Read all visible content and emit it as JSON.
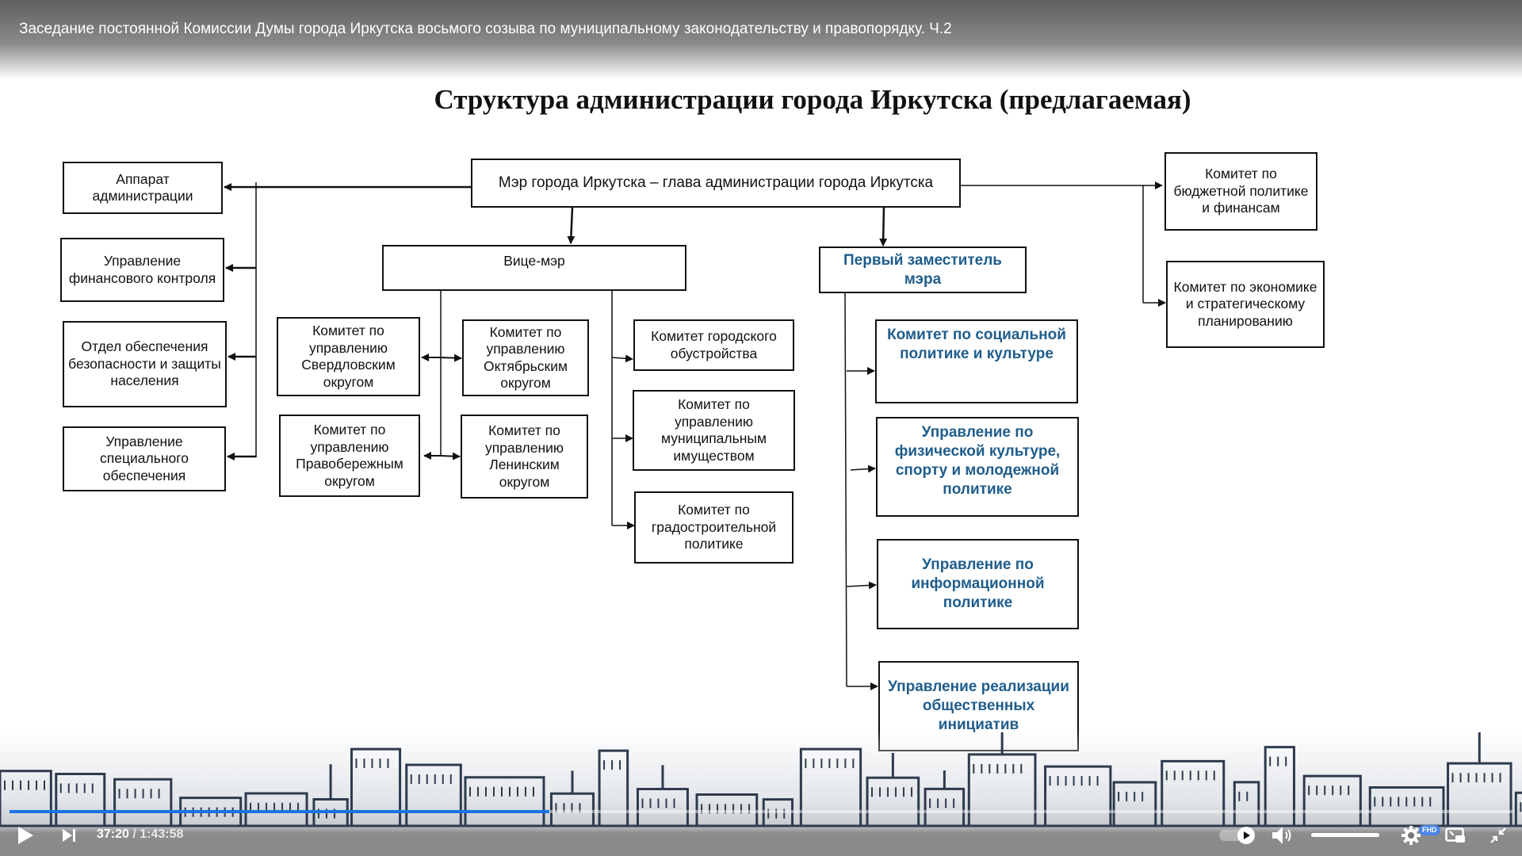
{
  "video": {
    "title": "Заседание постоянной Комиссии Думы города Иркутска восьмого созыва по муниципальному законодательству и правопорядку. Ч.2"
  },
  "slide": {
    "title": "Структура администрации города Иркутска (предлагаемая)",
    "mayor": "Мэр города Иркутска – глава администрации города Иркутска",
    "left_units": [
      "Аппарат администрации",
      "Управление финансового контроля",
      "Отдел обеспечения безопасности и защиты населения",
      "Управление специального обеспечения"
    ],
    "vice_mayor": "Вице-мэр",
    "district_committees": [
      "Комитет по управлению Свердловским округом",
      "Комитет по управлению Октябрьским округом",
      "Комитет по управлению Правобережным округом",
      "Комитет по управлению Ленинским округом"
    ],
    "vice_mayor_committees": [
      "Комитет городского обустройства",
      "Комитет по управлению муниципальным имуществом",
      "Комитет по градостроительной политике"
    ],
    "first_deputy": "Первый заместитель мэра",
    "first_deputy_units": [
      "Комитет по социальной политике и культуре",
      "Управление по физической культуре, спорту и молодежной политике",
      "Управление по информационной политике",
      "Управление реализации общественных инициатив"
    ],
    "right_committees": [
      "Комитет по бюджетной политике и финансам",
      "Комитет по экономике и стратегическому планированию"
    ],
    "colors": {
      "highlight_text": "#1f5d8c",
      "box_border": "#111111"
    }
  },
  "player": {
    "current_time": "37:20",
    "separator": " / ",
    "duration": "1:43:58",
    "progress_percent": 35.9,
    "volume_percent": 100,
    "quality_badge": "FHD",
    "progress_color": "#1a73e8",
    "icons": [
      "play-icon",
      "next-icon",
      "autoplay-toggle-icon",
      "volume-icon",
      "settings-gear-icon",
      "miniplayer-icon",
      "exit-fullscreen-icon"
    ]
  }
}
